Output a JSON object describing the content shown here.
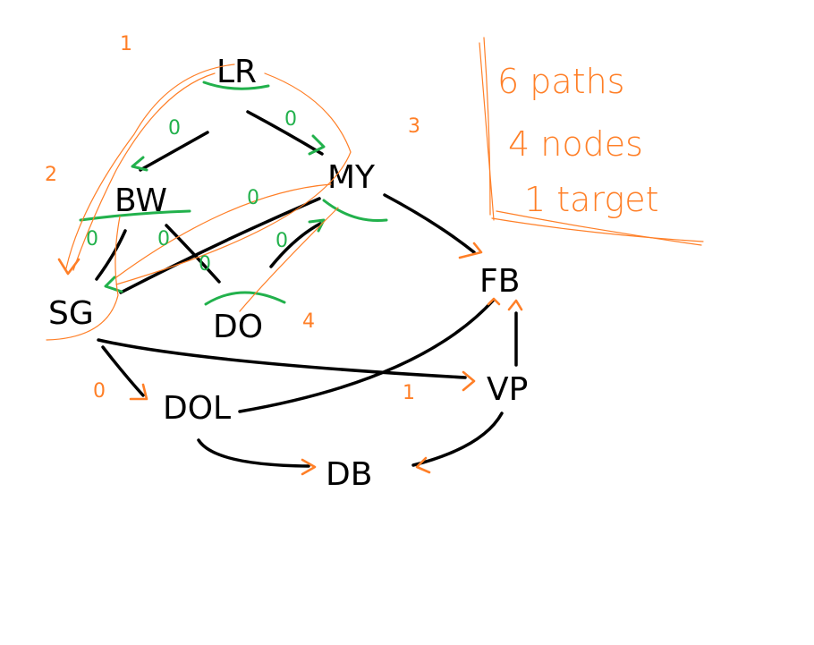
{
  "colors": {
    "edge": "#000000",
    "green": "#22b14c",
    "orange": "#ff7f27"
  },
  "nodes": [
    {
      "id": "LR",
      "label": "LR"
    },
    {
      "id": "BW",
      "label": "BW"
    },
    {
      "id": "MY",
      "label": "MY"
    },
    {
      "id": "SG",
      "label": "SG"
    },
    {
      "id": "DO",
      "label": "DO"
    },
    {
      "id": "FB",
      "label": "FB"
    },
    {
      "id": "VP",
      "label": "VP"
    },
    {
      "id": "DOL",
      "label": "DOL"
    },
    {
      "id": "DB",
      "label": "DB"
    }
  ],
  "edges": [
    {
      "from": "LR",
      "to": "BW",
      "weight": "0"
    },
    {
      "from": "LR",
      "to": "MY",
      "weight": "0"
    },
    {
      "from": "BW",
      "to": "SG",
      "weight": "0"
    },
    {
      "from": "BW",
      "to": "DO",
      "weight": "0"
    },
    {
      "from": "MY",
      "to": "SG",
      "weight": "0"
    },
    {
      "from": "DO",
      "to": "MY",
      "weight": "0"
    },
    {
      "from": "MY",
      "to": "FB",
      "weight": ""
    },
    {
      "from": "SG",
      "to": "DOL",
      "weight": "0"
    },
    {
      "from": "SG",
      "to": "VP",
      "weight": "1"
    },
    {
      "from": "DOL",
      "to": "FB",
      "weight": ""
    },
    {
      "from": "DOL",
      "to": "DB",
      "weight": ""
    },
    {
      "from": "VP",
      "to": "DB",
      "weight": ""
    },
    {
      "from": "VP",
      "to": "FB",
      "weight": ""
    }
  ],
  "orange_counts": {
    "LR": "1",
    "BW": "2",
    "MY": "3",
    "DO": "4"
  },
  "extra_weights": {
    "green_near_BW": "0"
  },
  "note": {
    "lines": [
      "6 paths",
      "4 nodes",
      "1 target"
    ]
  }
}
